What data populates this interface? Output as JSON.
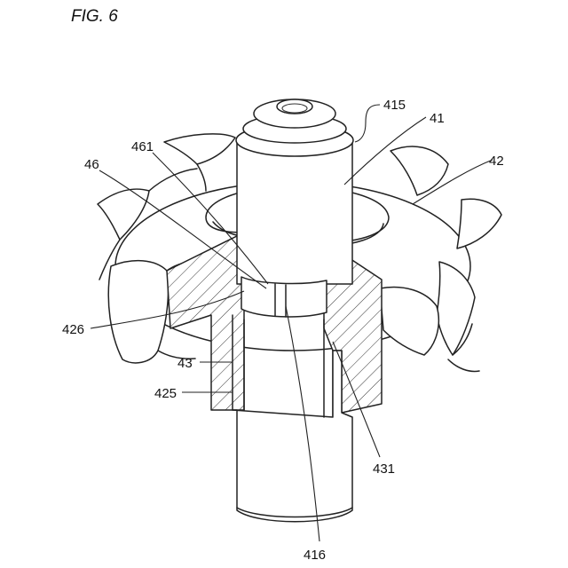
{
  "figure": {
    "title": "FIG. 6",
    "labels": {
      "l415": "415",
      "l41": "41",
      "l42": "42",
      "l461": "461",
      "l46": "46",
      "l426": "426",
      "l43": "43",
      "l425": "425",
      "l431": "431",
      "l416": "416"
    }
  }
}
